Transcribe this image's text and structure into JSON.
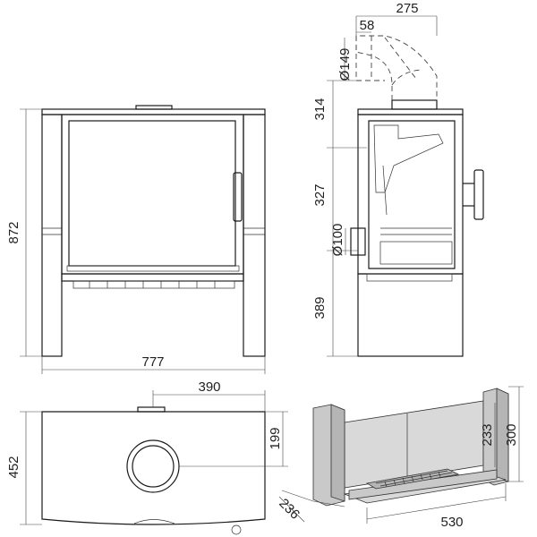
{
  "dimensions": {
    "front_height": "872",
    "front_width": "777",
    "side_flue_offset": "275",
    "side_flue_setback": "58",
    "side_flue_diameter": "Ø149",
    "side_top_height": "314",
    "side_mid_height": "327",
    "side_air_inlet_diameter": "Ø100",
    "side_base_height": "389",
    "top_depth": "452",
    "top_flue_x": "390",
    "top_flue_y": "199",
    "stand_height": "300",
    "stand_inner_height": "233",
    "stand_width": "530",
    "stand_depth": "236"
  }
}
